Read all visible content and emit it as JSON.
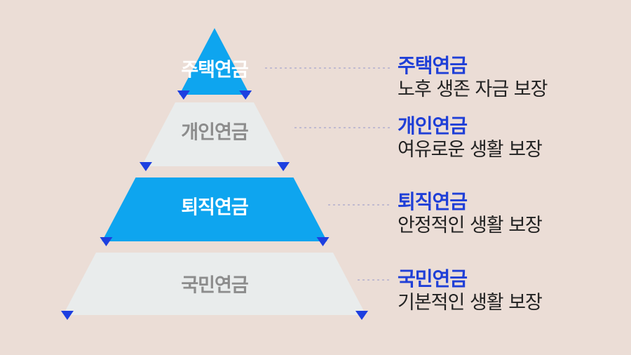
{
  "colors": {
    "background": "#ebddd6",
    "highlight_fill": "#0ea5ef",
    "plain_fill": "#e9ecec",
    "highlight_label": "#ffffff",
    "plain_label": "#8c8c8c",
    "title_blue": "#1f3fd7",
    "marker_blue": "#1d3fe0",
    "connector": "#a6a6cc"
  },
  "tiers": [
    {
      "id": "housing-pension",
      "label": "주택연금",
      "highlight": true,
      "caption_title": "주택연금",
      "caption_desc": "노후 생존 자금 보장"
    },
    {
      "id": "personal-pension",
      "label": "개인연금",
      "highlight": false,
      "caption_title": "개인연금",
      "caption_desc": "여유로운 생활 보장"
    },
    {
      "id": "retirement-pension",
      "label": "퇴직연금",
      "highlight": true,
      "caption_title": "퇴직연금",
      "caption_desc": "안정적인 생활 보장"
    },
    {
      "id": "national-pension",
      "label": "국민연금",
      "highlight": false,
      "caption_title": "국민연금",
      "caption_desc": "기본적인 생활 보장"
    }
  ]
}
